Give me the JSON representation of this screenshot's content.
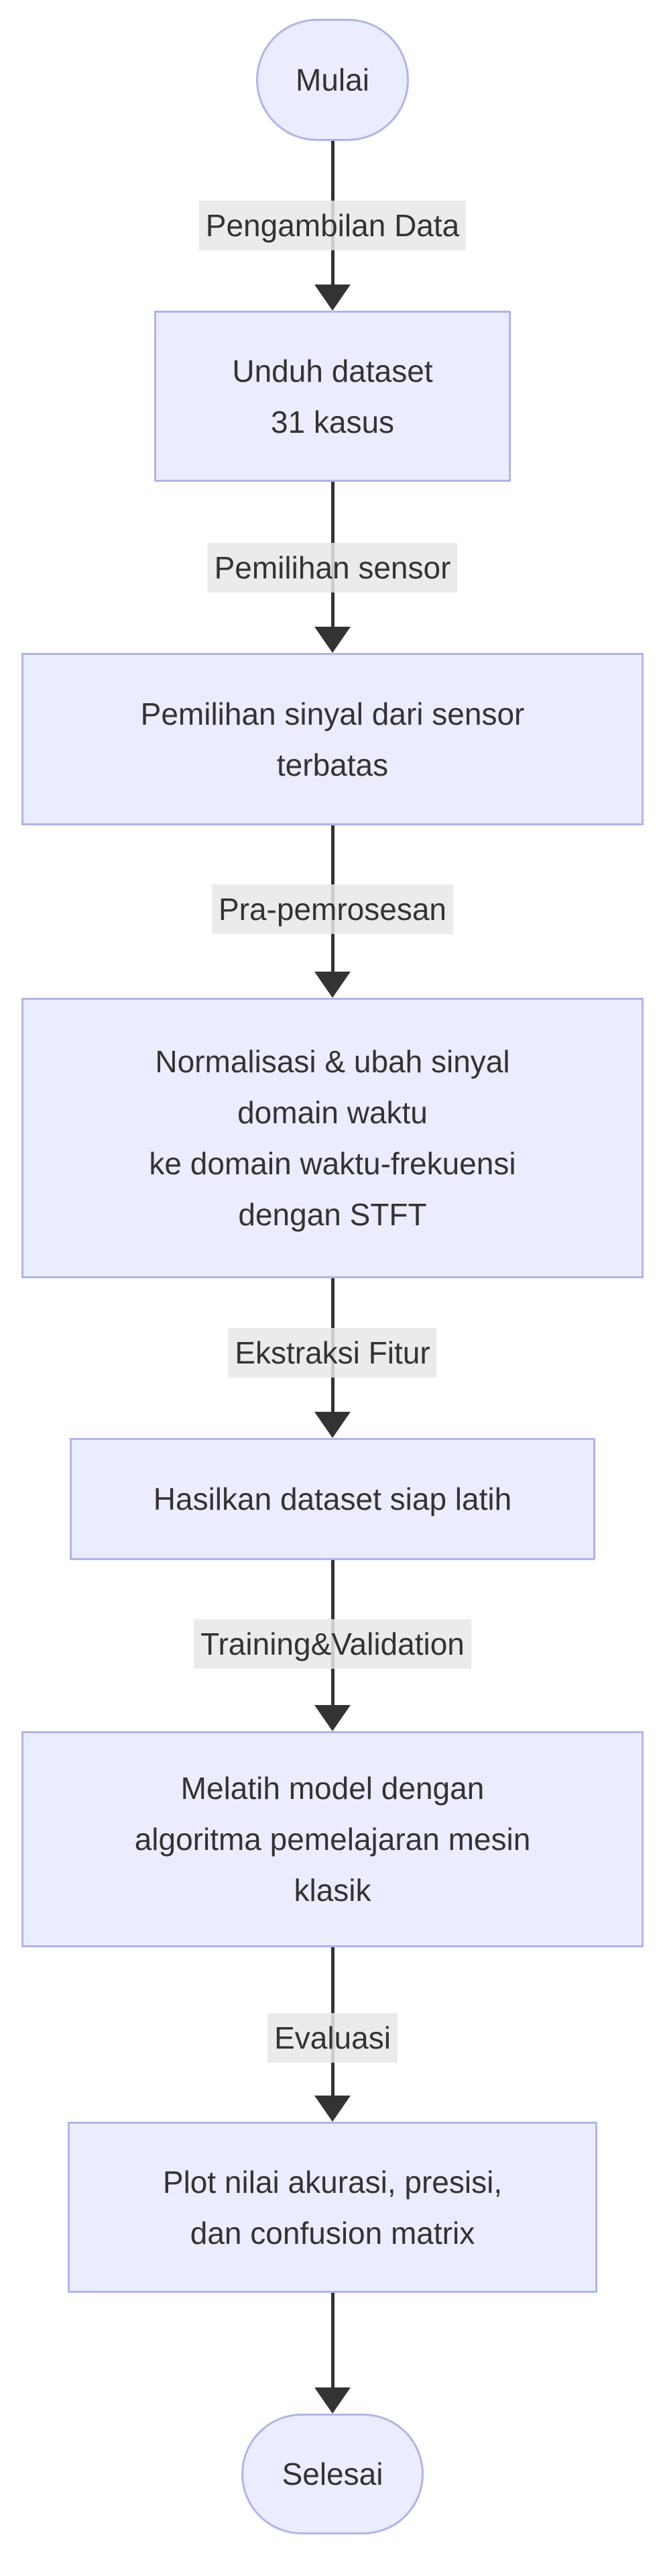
{
  "diagram": {
    "type": "flowchart",
    "direction": "top-down",
    "colors": {
      "node_fill": "#ECECFF",
      "node_border": "#B0B3EE",
      "edge_line": "#333333",
      "edge_label_bg": "#E8E8E8",
      "text": "#333333",
      "background": "#FFFFFF"
    },
    "nodes": [
      {
        "id": "start",
        "shape": "stadium",
        "lines": [
          "Mulai"
        ]
      },
      {
        "id": "unduh",
        "shape": "rect",
        "lines": [
          "Unduh dataset",
          "31 kasus"
        ]
      },
      {
        "id": "pemilihan",
        "shape": "rect",
        "lines": [
          "Pemilihan sinyal dari sensor",
          "terbatas"
        ]
      },
      {
        "id": "normalisasi",
        "shape": "rect",
        "lines": [
          "Normalisasi & ubah sinyal",
          "domain waktu",
          "ke domain waktu-frekuensi",
          "dengan STFT"
        ]
      },
      {
        "id": "hasilkan",
        "shape": "rect",
        "lines": [
          "Hasilkan dataset siap latih"
        ]
      },
      {
        "id": "melatih",
        "shape": "rect",
        "lines": [
          "Melatih model dengan",
          "algoritma pemelajaran mesin",
          "klasik"
        ]
      },
      {
        "id": "plot",
        "shape": "rect",
        "lines": [
          "Plot nilai akurasi, presisi,",
          "dan confusion matrix"
        ]
      },
      {
        "id": "end",
        "shape": "stadium",
        "lines": [
          "Selesai"
        ]
      }
    ],
    "edges": [
      {
        "from": "start",
        "to": "unduh",
        "label": "Pengambilan Data"
      },
      {
        "from": "unduh",
        "to": "pemilihan",
        "label": "Pemilihan sensor"
      },
      {
        "from": "pemilihan",
        "to": "normalisasi",
        "label": "Pra-pemrosesan"
      },
      {
        "from": "normalisasi",
        "to": "hasilkan",
        "label": "Ekstraksi Fitur"
      },
      {
        "from": "hasilkan",
        "to": "melatih",
        "label": "Training&Validation"
      },
      {
        "from": "melatih",
        "to": "plot",
        "label": "Evaluasi"
      },
      {
        "from": "plot",
        "to": "end",
        "label": ""
      }
    ]
  }
}
